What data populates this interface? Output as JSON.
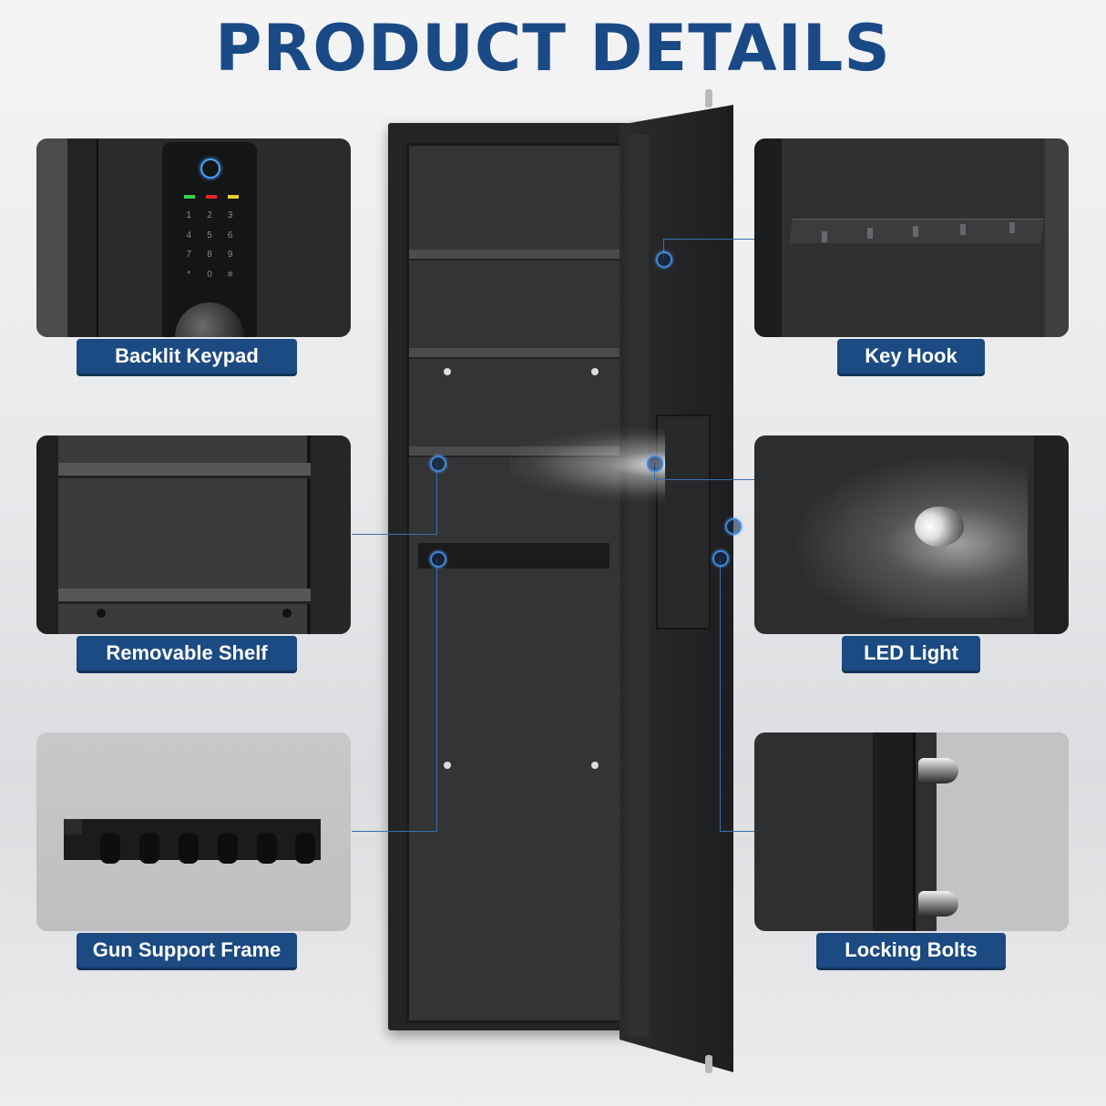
{
  "title": "PRODUCT DETAILS",
  "features": {
    "backlit_keypad": "Backlit Keypad",
    "removable_shelf": "Removable Shelf",
    "gun_support_frame": "Gun Support Frame",
    "key_hook": "Key Hook",
    "led_light": "LED Light",
    "locking_bolts": "Locking Bolts"
  },
  "keypad": {
    "keys": [
      "1",
      "2",
      "3",
      "4",
      "5",
      "6",
      "7",
      "8",
      "9",
      "*",
      "0",
      "#"
    ]
  },
  "colors": {
    "title": "#1a4a86",
    "label_bg": "#1c4a82",
    "label_text": "#ffffff",
    "connector": "#3a6fb0",
    "indicator_green": "#3bd14a",
    "indicator_red": "#e3262b",
    "indicator_yellow": "#e8d033"
  }
}
